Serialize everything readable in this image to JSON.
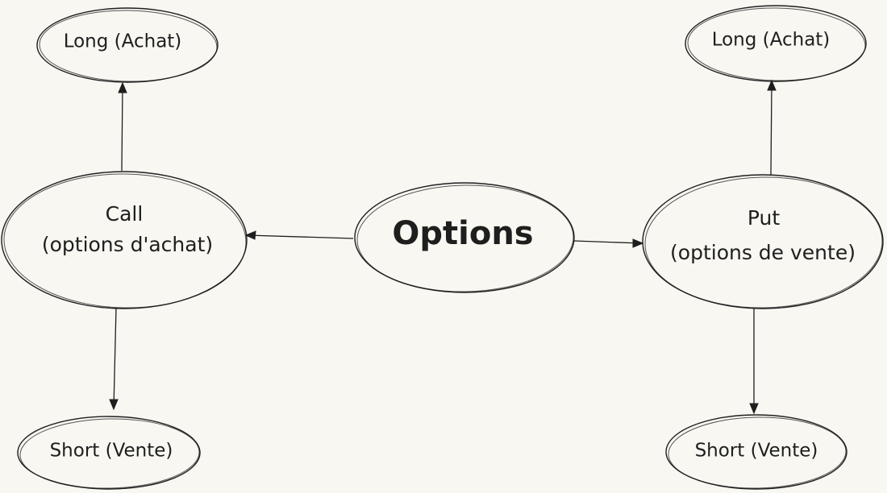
{
  "diagram": {
    "center": {
      "label": "Options"
    },
    "call": {
      "title": "Call",
      "subtitle": "(options d'achat)",
      "long": "Long (Achat)",
      "short": "Short (Vente)"
    },
    "put": {
      "title": "Put",
      "subtitle": "(options de vente)",
      "long": "Long (Achat)",
      "short": "Short (Vente)"
    }
  }
}
